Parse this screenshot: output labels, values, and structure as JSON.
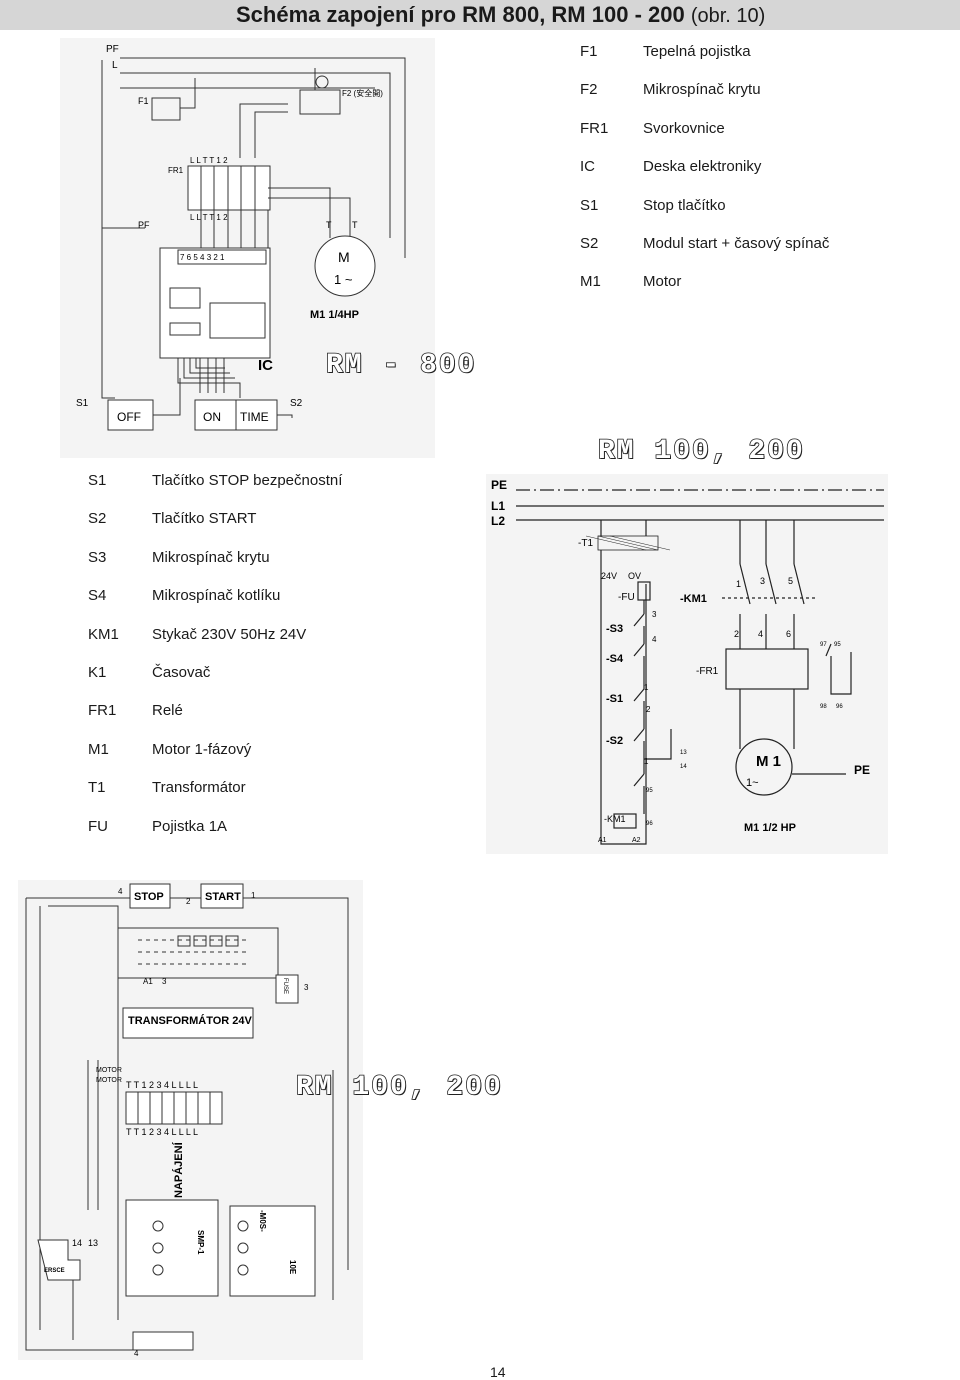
{
  "header": {
    "title": "Schéma zapojení pro RM 800, RM 100 - 200",
    "title_suffix": "(obr. 10)"
  },
  "rm800_legend": [
    {
      "code": "F1",
      "desc": "Tepelná pojistka"
    },
    {
      "code": "F2",
      "desc": "Mikrospínač krytu"
    },
    {
      "code": "FR1",
      "desc": "Svorkovnice"
    },
    {
      "code": "IC",
      "desc": "Deska elektroniky"
    },
    {
      "code": "S1",
      "desc": "Stop tlačítko"
    },
    {
      "code": "S2",
      "desc": "Modul start + časový spínač"
    },
    {
      "code": "M1",
      "desc": "Motor"
    }
  ],
  "rm100_legend": [
    {
      "code": "S1",
      "desc": "Tlačítko STOP bezpečnostní"
    },
    {
      "code": "S2",
      "desc": "Tlačítko START"
    },
    {
      "code": "S3",
      "desc": "Mikrospínač krytu"
    },
    {
      "code": "S4",
      "desc": "Mikrospínač kotlíku"
    },
    {
      "code": "KM1",
      "desc": "Stykač 230V 50Hz 24V"
    },
    {
      "code": "K1",
      "desc": "Časovač"
    },
    {
      "code": "FR1",
      "desc": "Relé"
    },
    {
      "code": "M1",
      "desc": "Motor 1-fázový"
    },
    {
      "code": "T1",
      "desc": "Transformátor"
    },
    {
      "code": "FU",
      "desc": "Pojistka 1A"
    }
  ],
  "diagram_rm800": {
    "heading": "RM - 800",
    "labels": {
      "pf": "PF",
      "l": "L",
      "f1": "F1",
      "f2": "F2 (安全開)",
      "fr1": "FR1",
      "t": "T",
      "m": "M",
      "m_phase": "1 ~",
      "m1": "M1 1/4HP",
      "ic": "IC",
      "s1": "S1",
      "s2": "S2",
      "off": "OFF",
      "on": "ON",
      "time": "TIME",
      "term_top": "L L T T 1 2",
      "term_bottom": "L L T T 1 2",
      "ic_pins": "7 6 5 4 3 2 1"
    }
  },
  "diagram_rm100_schematic": {
    "heading": "RM 100, 200",
    "labels": {
      "pe": "PE",
      "l1": "L1",
      "l2": "L2",
      "t1": "-T1",
      "v24": "24V",
      "ov": "OV",
      "fu": "-FU",
      "km1": "-KM1",
      "s3": "-S3",
      "s4": "-S4",
      "fr1": "-FR1",
      "s1": "-S1",
      "s2": "-S2",
      "km1_coil": "-KM1",
      "a1": "A1",
      "a2": "A2",
      "m1": "M 1",
      "m1_phase": "1~",
      "m1_rating": "M1  1/2 HP",
      "pe_motor": "PE",
      "n1": "1",
      "n3": "3",
      "n5": "5",
      "n2": "2",
      "n4": "4",
      "n6": "6",
      "n97": "97",
      "n95": "95",
      "n98": "98",
      "n96": "96",
      "n13": "13",
      "n14": "14",
      "c3": "3",
      "c4": "4",
      "c1": "1",
      "c2": "2",
      "c_1": "1",
      "c95": "95",
      "c96": "96"
    }
  },
  "diagram_rm100_wiring": {
    "heading": "RM 100, 200",
    "labels": {
      "stop": "STOP",
      "start": "START",
      "n4": "4",
      "n2": "2",
      "n1": "1",
      "a1": "A1",
      "n3": "3",
      "fuse": "FUSE",
      "n3b": "3",
      "transformer": "TRANSFORMÁTOR 24V",
      "motor1": "MOTOR",
      "motor2": "MOTOR",
      "term_top": "T T 1 2 3 4 L L L L",
      "term_bottom": "T T 1 2 3 4 L L L L",
      "napajeni": "NAPÁJENÍ",
      "smp": "SMP-1",
      "mos": "-M0S-",
      "n10e": "10E",
      "n14": "14",
      "n13": "13",
      "ersce": "ERSCE",
      "n4b": "4"
    }
  },
  "page_number": "14"
}
